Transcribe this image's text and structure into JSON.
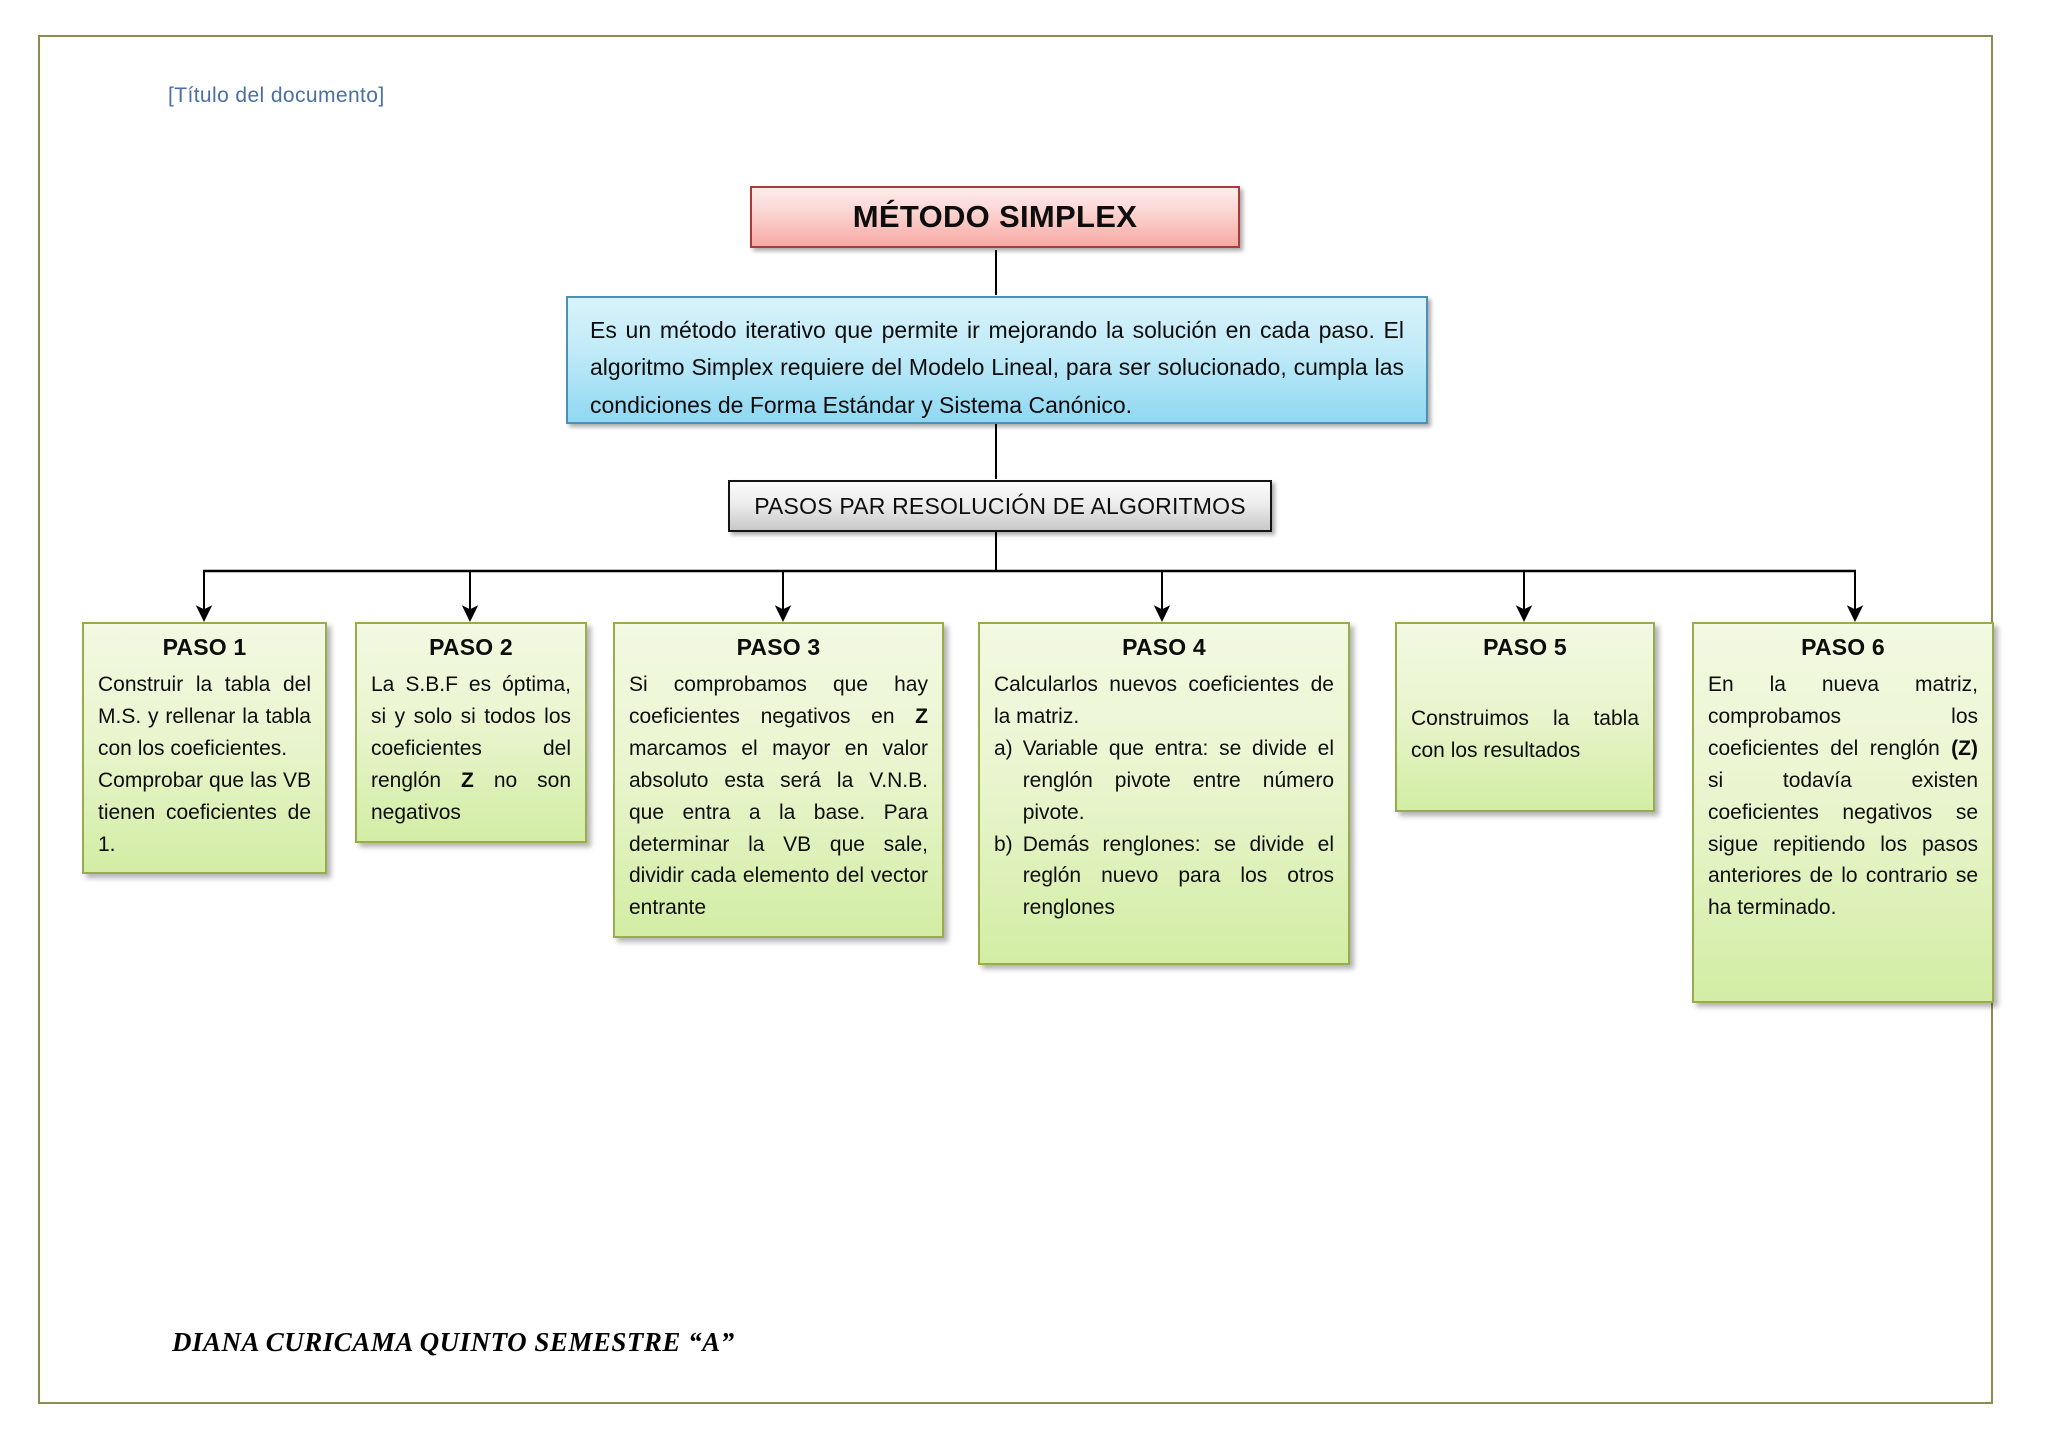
{
  "document": {
    "header_title": "[Título del documento]",
    "footer_author": "DIANA CURICAMA QUINTO SEMESTRE “A”"
  },
  "colors": {
    "page_border": "#8d8b54",
    "header_text": "#4a6fa5",
    "title_box_fill_top": "#fdeceb",
    "title_box_fill_bottom": "#f7a9a4",
    "title_box_border": "#a83b3b",
    "desc_box_fill_top": "#d9f3fb",
    "desc_box_fill_bottom": "#8fd8f2",
    "desc_box_border": "#4f8fb5",
    "steps_header_fill_top": "#fbfbfb",
    "steps_header_fill_bottom": "#c8c8c8",
    "steps_header_border": "#141414",
    "step_box_fill_top": "#f3f9e2",
    "step_box_fill_bottom": "#d2eda4",
    "step_box_border": "#9aab4b",
    "connector_line": "#000000"
  },
  "diagram": {
    "title_node": {
      "label": "MÉTODO SIMPLEX"
    },
    "description_node": {
      "paragraph": "Es un método iterativo que permite ir mejorando la solución en cada paso. El algoritmo Simplex requiere del Modelo Lineal, para ser solucionado, cumpla las condiciones de Forma Estándar y Sistema Canónico."
    },
    "steps_header_node": {
      "label": "PASOS PAR RESOLUCIÓN DE ALGORITMOS"
    },
    "steps": [
      {
        "title": "PASO 1",
        "lines": [
          "Construir la tabla del M.S. y rellenar la tabla con los coeficientes.",
          "Comprobar que las VB tienen coeficientes de 1."
        ]
      },
      {
        "title": "PASO 2",
        "lines": [
          "La S.B.F es óptima, si y solo si todos los coeficientes del renglón Z no son negativos"
        ],
        "bold_token": "Z"
      },
      {
        "title": "PASO 3",
        "lines": [
          "Si comprobamos que hay coeficientes negativos en Z marcamos el mayor en valor absoluto esta será la V.N.B. que entra a la base. Para determinar la VB que sale, dividir cada elemento del vector entrante"
        ],
        "bold_token": "Z"
      },
      {
        "title": "PASO 4",
        "lines": [
          "Calcularlos nuevos coeficientes de  la matriz."
        ],
        "list": [
          {
            "marker": "a)",
            "text": "Variable que entra: se divide el renglón pivote entre número pivote."
          },
          {
            "marker": "b)",
            "text": "Demás renglones: se divide el reglón nuevo para los otros renglones"
          }
        ]
      },
      {
        "title": "PASO 5",
        "lines": [
          "Construimos la tabla con los resultados"
        ],
        "leading_gap": true
      },
      {
        "title": "PASO 6",
        "lines": [
          "En la nueva matriz, comprobamos los coeficientes del renglón (Z) si todavía existen coeficientes negativos se sigue repitiendo los pasos anteriores de lo contrario se ha terminado."
        ],
        "bold_token": "(Z)"
      }
    ]
  }
}
